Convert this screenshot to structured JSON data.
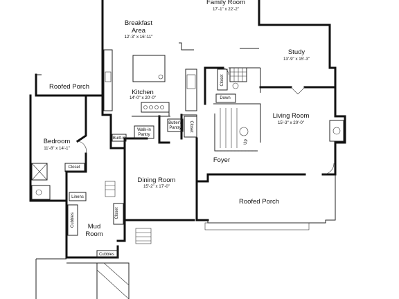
{
  "rooms": {
    "family_room": {
      "name": "Family Room",
      "dims": "17'-1\" x 22'-2\""
    },
    "breakfast": {
      "name_line1": "Breakfast",
      "name_line2": "Area",
      "dims": "12'-3\" x 16'-11\""
    },
    "study": {
      "name": "Study",
      "dims": "13'-9\" x 15'-3\""
    },
    "roofed_porch_top": {
      "name": "Roofed Porch"
    },
    "kitchen": {
      "name": "Kitchen",
      "dims": "14'-0\" x 20'-0\""
    },
    "bedroom": {
      "name": "Bedroom",
      "dims": "11'-8\" x 14'-1\""
    },
    "living_room": {
      "name": "Living Room",
      "dims": "15'-3\" x 20'-0\""
    },
    "foyer": {
      "name": "Foyer"
    },
    "dining_room": {
      "name": "Dining Room",
      "dims": "15'-2\" x 17'-0\""
    },
    "roofed_porch_bottom": {
      "name": "Roofed Porch"
    },
    "mud_room": {
      "name_line1": "Mud",
      "name_line2": "Room"
    }
  },
  "labels": {
    "walk_in_pantry_1": "Walk-in",
    "walk_in_pantry_2": "Pantry",
    "butlers_pantry_1": "Butler's",
    "butlers_pantry_2": "Pantry",
    "closet_kitchen": "Closet",
    "built_in": "Built-in",
    "closet_bedroom": "Closet",
    "closet_study": "Closet",
    "down": "Down",
    "up": "Up",
    "linens": "Linens",
    "cubbies_vertical": "Cubbies",
    "cubbies_horizontal": "Cubbies",
    "closet_dining": "Closet"
  }
}
